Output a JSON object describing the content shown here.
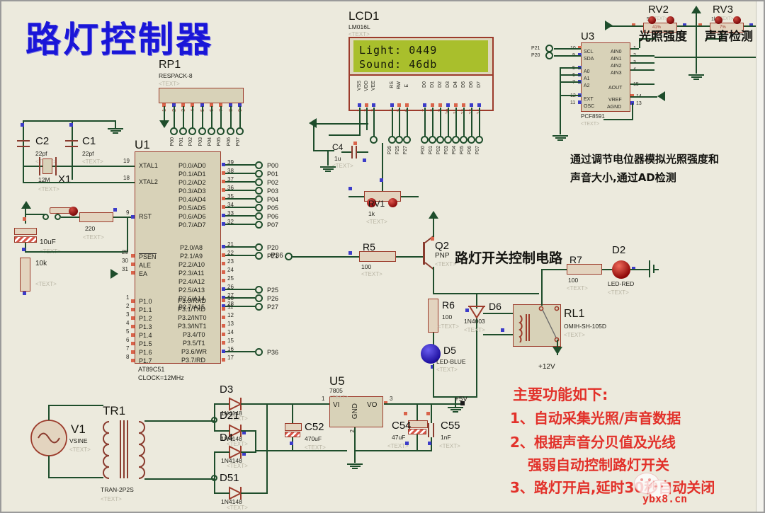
{
  "title": "路灯控制器",
  "lcd": {
    "ref": "LCD1",
    "part": "LM016L",
    "text_tag": "<TEXT>",
    "line1": "Light: 0449",
    "line2": "Sound: 46db",
    "pin_names": [
      "VSS",
      "VDD",
      "VEE",
      "RS",
      "RW",
      "E",
      "D0",
      "D1",
      "D2",
      "D3",
      "D4",
      "D5",
      "D6",
      "D7"
    ],
    "pin_numbers": [
      "1",
      "2",
      "3",
      "4",
      "5",
      "6",
      "7",
      "8",
      "9",
      "10",
      "11",
      "12",
      "13",
      "14"
    ],
    "net_labels": [
      "P26",
      "P25",
      "P27",
      "P00",
      "P01",
      "P02",
      "P03",
      "P04",
      "P05",
      "P06",
      "P07"
    ]
  },
  "rp1": {
    "ref": "RP1",
    "part": "RESPACK-8",
    "text_tag": "<TEXT>",
    "pin_numbers": [
      "1",
      "2",
      "3",
      "4",
      "5",
      "6",
      "7",
      "8",
      "9"
    ],
    "net_labels": [
      "P00",
      "P01",
      "P02",
      "P03",
      "P04",
      "P05",
      "P06",
      "P07"
    ]
  },
  "u1": {
    "ref": "U1",
    "part": "AT89C51",
    "clock": "CLOCK=12MHz",
    "left_pins": [
      {
        "num": "19",
        "name": "XTAL1"
      },
      {
        "num": "18",
        "name": "XTAL2"
      },
      {
        "num": "9",
        "name": "RST"
      },
      {
        "num": "29",
        "name": "PSEN"
      },
      {
        "num": "30",
        "name": "ALE"
      },
      {
        "num": "31",
        "name": "EA"
      },
      {
        "num": "1",
        "name": "P1.0"
      },
      {
        "num": "2",
        "name": "P1.1"
      },
      {
        "num": "3",
        "name": "P1.2"
      },
      {
        "num": "4",
        "name": "P1.3"
      },
      {
        "num": "5",
        "name": "P1.4"
      },
      {
        "num": "6",
        "name": "P1.5"
      },
      {
        "num": "7",
        "name": "P1.6"
      },
      {
        "num": "8",
        "name": "P1.7"
      }
    ],
    "right_p0": [
      {
        "num": "39",
        "name": "P0.0/AD0",
        "net": "P00"
      },
      {
        "num": "38",
        "name": "P0.1/AD1",
        "net": "P01"
      },
      {
        "num": "37",
        "name": "P0.2/AD2",
        "net": "P02"
      },
      {
        "num": "36",
        "name": "P0.3/AD3",
        "net": "P03"
      },
      {
        "num": "35",
        "name": "P0.4/AD4",
        "net": "P04"
      },
      {
        "num": "34",
        "name": "P0.5/AD5",
        "net": "P05"
      },
      {
        "num": "33",
        "name": "P0.6/AD6",
        "net": "P06"
      },
      {
        "num": "32",
        "name": "P0.7/AD7",
        "net": "P07"
      }
    ],
    "right_p2": [
      {
        "num": "21",
        "name": "P2.0/A8",
        "net": "P20"
      },
      {
        "num": "22",
        "name": "P2.1/A9",
        "net": "P21"
      },
      {
        "num": "23",
        "name": "P2.2/A10",
        "net": ""
      },
      {
        "num": "24",
        "name": "P2.3/A11",
        "net": ""
      },
      {
        "num": "25",
        "name": "P2.4/A12",
        "net": ""
      },
      {
        "num": "26",
        "name": "P2.5/A13",
        "net": "P25"
      },
      {
        "num": "27",
        "name": "P2.6/A14",
        "net": "P26"
      },
      {
        "num": "28",
        "name": "P2.7/A15",
        "net": "P27"
      }
    ],
    "right_p3": [
      {
        "num": "10",
        "name": "P3.0/RXD",
        "net": ""
      },
      {
        "num": "11",
        "name": "P3.1/TXD",
        "net": ""
      },
      {
        "num": "12",
        "name": "P3.2/INT0",
        "net": ""
      },
      {
        "num": "13",
        "name": "P3.3/INT1",
        "net": ""
      },
      {
        "num": "14",
        "name": "P3.4/T0",
        "net": ""
      },
      {
        "num": "15",
        "name": "P3.5/T1",
        "net": ""
      },
      {
        "num": "16",
        "name": "P3.6/WR",
        "net": "P36"
      },
      {
        "num": "17",
        "name": "P3.7/RD",
        "net": ""
      }
    ]
  },
  "u3": {
    "ref": "U3",
    "part": "PCF8591",
    "text_tag": "<TEXT>",
    "left_pins": [
      {
        "num": "10",
        "name": "SCL"
      },
      {
        "num": "9",
        "name": "SDA"
      },
      {
        "num": "5",
        "name": "A0"
      },
      {
        "num": "6",
        "name": "A1"
      },
      {
        "num": "7",
        "name": "A2"
      },
      {
        "num": "12",
        "name": "EXT"
      },
      {
        "num": "11",
        "name": "OSC"
      }
    ],
    "right_pins": [
      {
        "num": "1",
        "name": "AIN0"
      },
      {
        "num": "2",
        "name": "AIN1"
      },
      {
        "num": "3",
        "name": "AIN2"
      },
      {
        "num": "4",
        "name": "AIN3"
      },
      {
        "num": "15",
        "name": "AOUT"
      },
      {
        "num": "14",
        "name": "VREF"
      },
      {
        "num": "13",
        "name": "AGND"
      }
    ],
    "net_in": [
      "P21",
      "P20"
    ]
  },
  "u5": {
    "ref": "U5",
    "part": "7805",
    "text_tag": "<TEXT>",
    "pins": [
      {
        "num": "1",
        "name": "VI"
      },
      {
        "num": "2",
        "name": "GND"
      },
      {
        "num": "3",
        "name": "VO"
      }
    ]
  },
  "pots": [
    {
      "ref": "RV2",
      "value": "5k",
      "percent": "41%",
      "text_tag": "<TEXT>",
      "caption": "光照强度"
    },
    {
      "ref": "RV3",
      "value": "1k",
      "percent": "7%",
      "text_tag": "<TEXT>",
      "caption": "声音检测"
    }
  ],
  "capacitors": [
    {
      "ref": "C2",
      "value": "22pf",
      "text_tag": "<TEXT>"
    },
    {
      "ref": "C1",
      "value": "22pf",
      "text_tag": "<TEXT>"
    },
    {
      "ref": "C4",
      "value": "1u",
      "text_tag": "<TEXT>"
    },
    {
      "ref": "C52",
      "value": "470uF",
      "text_tag": "<TEXT>"
    },
    {
      "ref": "C54",
      "value": "47uF",
      "text_tag": "<TEXT>"
    },
    {
      "ref": "C55",
      "value": "1nF",
      "text_tag": "<TEXT>"
    }
  ],
  "resistors": [
    {
      "ref": "",
      "value": "220",
      "text_tag": "<TEXT>"
    },
    {
      "ref": "",
      "value": "10k",
      "text_tag": "<TEXT>"
    },
    {
      "ref": "RV1",
      "value": "1k",
      "text_tag": "<TEXT>"
    },
    {
      "ref": "R5",
      "value": "100",
      "text_tag": "<TEXT>"
    },
    {
      "ref": "R6",
      "value": "100",
      "text_tag": "<TEXT>"
    },
    {
      "ref": "R7",
      "value": "100",
      "text_tag": "<TEXT>"
    }
  ],
  "crystal": {
    "ref": "X1",
    "value": "12M",
    "text_tag": "<TEXT>"
  },
  "elcap_reset": {
    "value": "10uF",
    "text_tag": "<TEXT>"
  },
  "transistor": {
    "ref": "Q2",
    "type": "PNP",
    "text_tag": "<TEXT>"
  },
  "diodes": [
    {
      "ref": "D6",
      "part": "1N4003",
      "text_tag": "<TEXT>"
    },
    {
      "ref": "D3",
      "part": "1N4148",
      "text_tag": "<TEXT>"
    },
    {
      "ref": "D21",
      "part": "1N4148",
      "text_tag": "<TEXT>"
    },
    {
      "ref": "D4",
      "part": "1N4148",
      "text_tag": "<TEXT>"
    },
    {
      "ref": "D51",
      "part": "1N4148",
      "text_tag": "<TEXT>"
    }
  ],
  "leds": [
    {
      "ref": "D5",
      "part": "LED-BLUE",
      "text_tag": "<TEXT>"
    },
    {
      "ref": "D2",
      "part": "LED-RED",
      "text_tag": "<TEXT>"
    }
  ],
  "relay": {
    "ref": "RL1",
    "part": "OMIH-SH-105D",
    "text_tag": "<TEXT>",
    "supply": "+12V"
  },
  "transformer": {
    "ref": "TR1",
    "part": "TRAN-2P2S",
    "text_tag": "<TEXT>"
  },
  "source": {
    "ref": "V1",
    "part": "VSINE",
    "text_tag": "<TEXT>"
  },
  "rail_5v": "+5V",
  "net_p36": "P36",
  "annotations": {
    "switch_circuit": "路灯开关控制电路",
    "adc_note_line1": "通过调节电位器模拟光照强度和",
    "adc_note_line2": "声音大小,通过AD检测",
    "features_title": "主要功能如下:",
    "feature1": "1、自动采集光照/声音数据",
    "feature2a": "2、根据声音分贝值及光线",
    "feature2b": "强弱自动控制路灯开关",
    "feature3": "3、路灯开启,延时30秒自动关闭"
  },
  "watermark": {
    "text": "ybx8.cn"
  },
  "colors": {
    "background": "#eceadd",
    "wire": "#1e4d2b",
    "component_outline": "#9c3b2b",
    "title_blue": "#1a16d8",
    "annotation_red": "#e2312a",
    "lcd_green": "#a9bf2c",
    "led_red": "#b40b0b",
    "led_blue": "#2a17c9"
  }
}
